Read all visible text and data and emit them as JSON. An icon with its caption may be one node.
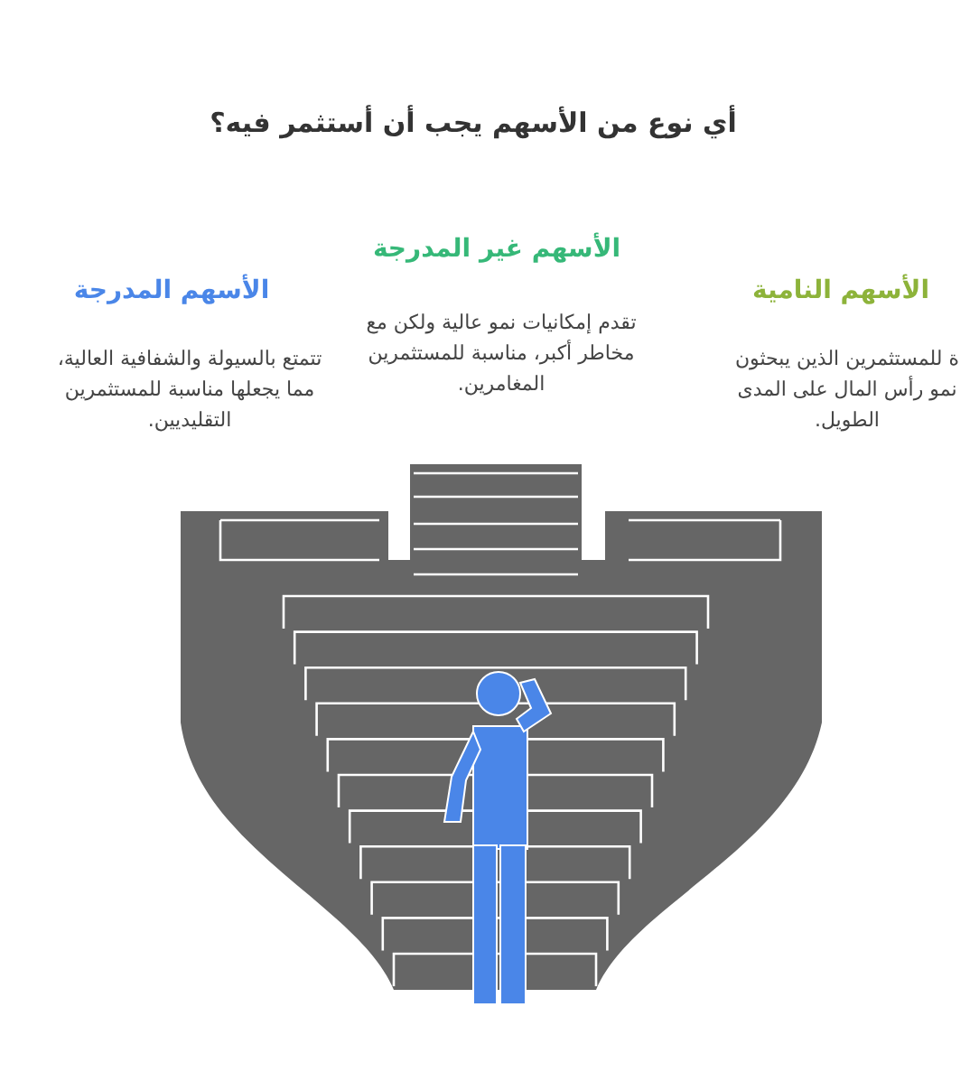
{
  "diagram": {
    "title": "أي نوع من الأسهم يجب أن أستثمر فيه؟",
    "labels": [
      "الأسهم غير المدرجة",
      "تقدم إمكانيات نمو عالية ولكن مع مخاطر أكبر، مناسبة للمستثمرين المغامرين.",
      "الأسهم المدرجة",
      "تتمتع بالسيولة والشفافية العالية، مما يجعلها مناسبة للمستثمرين التقليديين.",
      "الأسهم النامية",
      "ة للمستثمرين الذين يبحثون نمو رأس المال على المدى الطويل."
    ]
  }
}
